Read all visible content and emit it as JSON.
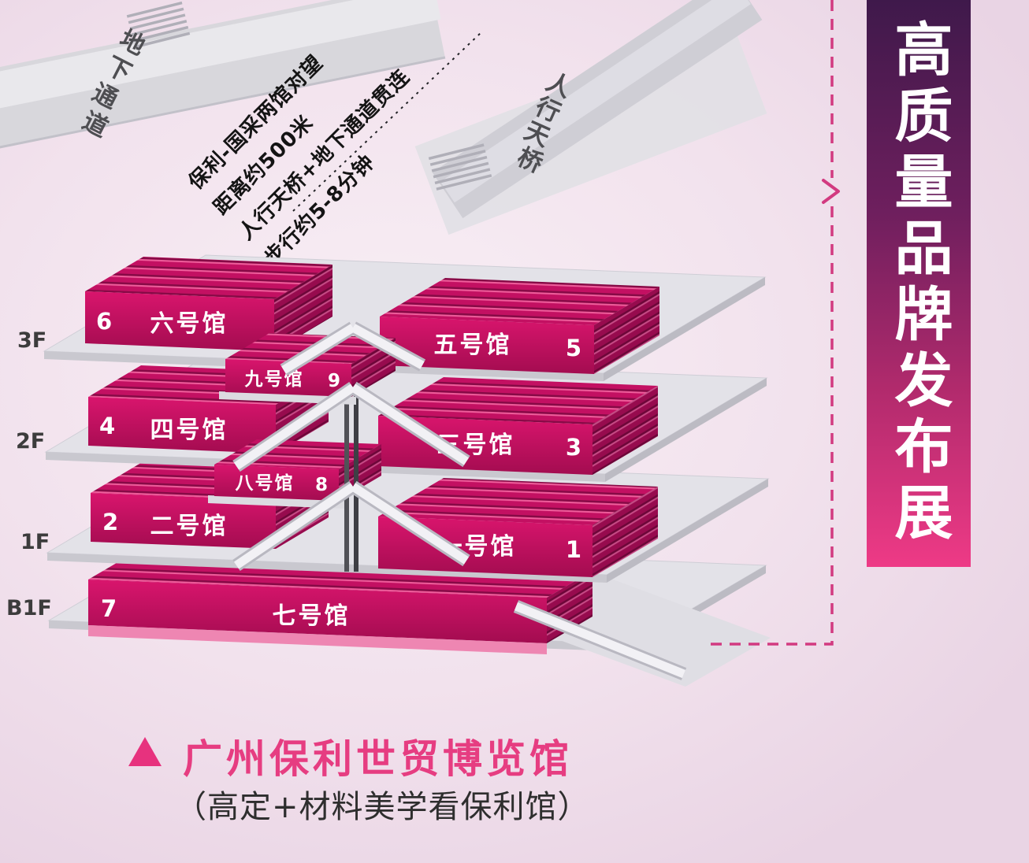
{
  "colors": {
    "hall_primary": "#c31062",
    "hall_dark": "#870a46",
    "accent_pink_dash": "#d23a80",
    "banner_gradient_top": "#3f194b",
    "banner_gradient_bottom": "#ee3a86",
    "title_pink": "#e63d81",
    "floor_plate_gray": "#e3e2e8"
  },
  "walkway": {
    "underground_label": "地下通道",
    "bridge_label": "人行天桥",
    "notes": [
      "保利-国采两馆对望",
      "距离约500米",
      "人行天桥+地下通道贯连",
      "步行约5-8分钟"
    ]
  },
  "floors": [
    {
      "label": "3F"
    },
    {
      "label": "2F"
    },
    {
      "label": "1F"
    },
    {
      "label": "B1F"
    }
  ],
  "halls": [
    {
      "name": "六号馆",
      "number": "6",
      "floor": "3F"
    },
    {
      "name": "五号馆",
      "number": "5",
      "floor": "3F"
    },
    {
      "name": "九号馆",
      "number": "9",
      "floor": "3F"
    },
    {
      "name": "四号馆",
      "number": "4",
      "floor": "2F"
    },
    {
      "name": "三号馆",
      "number": "3",
      "floor": "2F"
    },
    {
      "name": "八号馆",
      "number": "8",
      "floor": "2F"
    },
    {
      "name": "二号馆",
      "number": "2",
      "floor": "1F"
    },
    {
      "name": "一号馆",
      "number": "1",
      "floor": "1F"
    },
    {
      "name": "七号馆",
      "number": "7",
      "floor": "B1F"
    }
  ],
  "banner": {
    "text": "高质量品牌发布展"
  },
  "footer": {
    "title": "广州保利世贸博览馆",
    "subtitle": "（高定+材料美学看保利馆）"
  }
}
